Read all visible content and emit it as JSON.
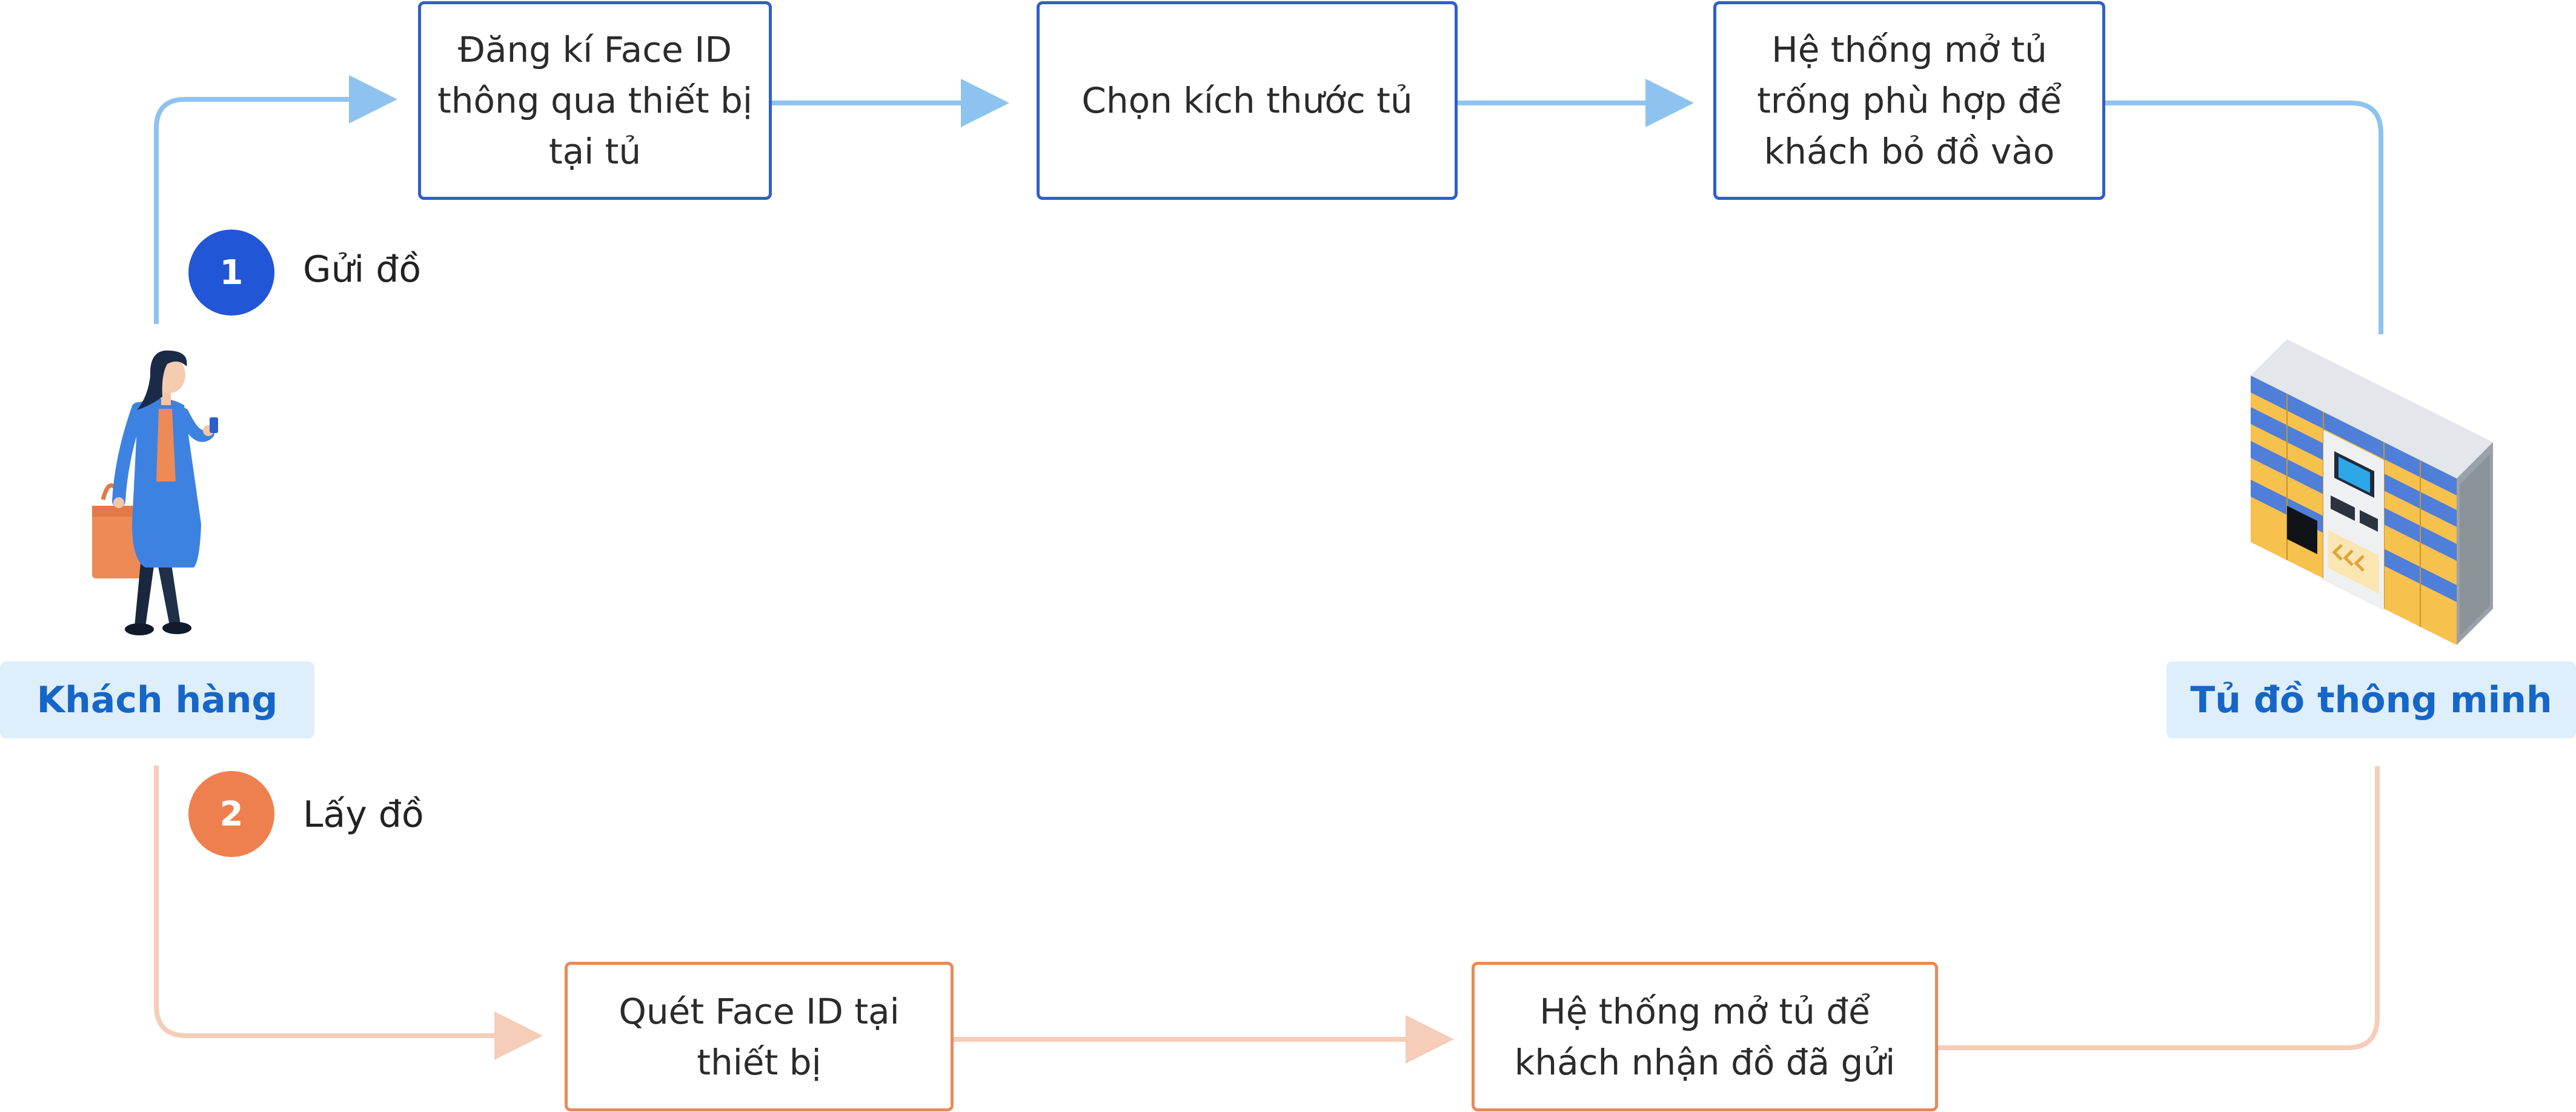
{
  "actors": {
    "customer": "Khách hàng",
    "locker": "Tủ đồ thông minh"
  },
  "steps": {
    "send": {
      "number": "1",
      "label": "Gửi đồ",
      "boxes": [
        "Đăng kí Face ID thông qua thiết bị tại tủ",
        "Chọn kích thước tủ",
        "Hệ thống mở tủ trống phù hợp để khách bỏ đồ vào"
      ]
    },
    "receive": {
      "number": "2",
      "label": "Lấy đồ",
      "boxes": [
        "Quét Face ID tại thiết bị",
        "Hệ thống mở tủ để khách nhận đồ đã gửi"
      ]
    }
  },
  "colors": {
    "blue_flow": "#8ec3f0",
    "orange_flow": "#f5cdb8",
    "blue_box_border": "#2f5fc8",
    "orange_box_border": "#e78a5c",
    "badge_blue": "#2156d6",
    "badge_orange": "#ee8050",
    "actor_label_bg": "#dfeefb",
    "actor_label_text": "#1666c8"
  }
}
